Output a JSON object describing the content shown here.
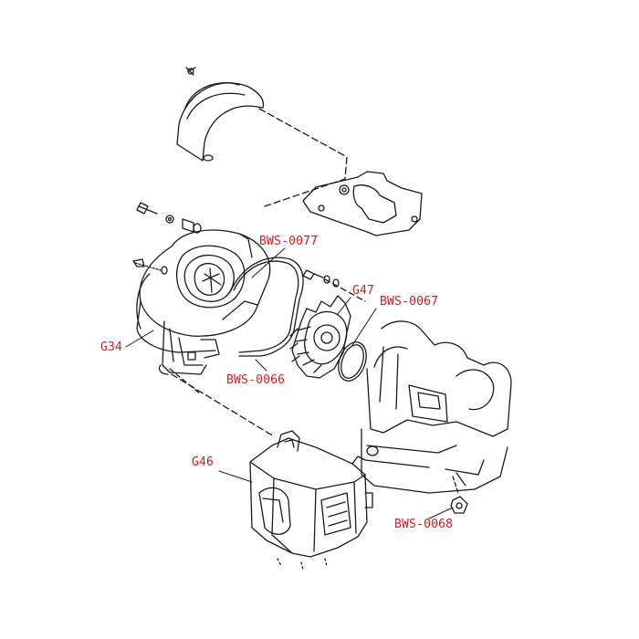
{
  "diagram": {
    "label_color": "#d21e1e",
    "line_color": "#1a1a1a",
    "labels": {
      "bws_0077": "BWS-0077",
      "g47": "G47",
      "bws_0067": "BWS-0067",
      "g34": "G34",
      "bws_0066": "BWS-0066",
      "g46": "G46",
      "bws_0068": "BWS-0068"
    }
  }
}
